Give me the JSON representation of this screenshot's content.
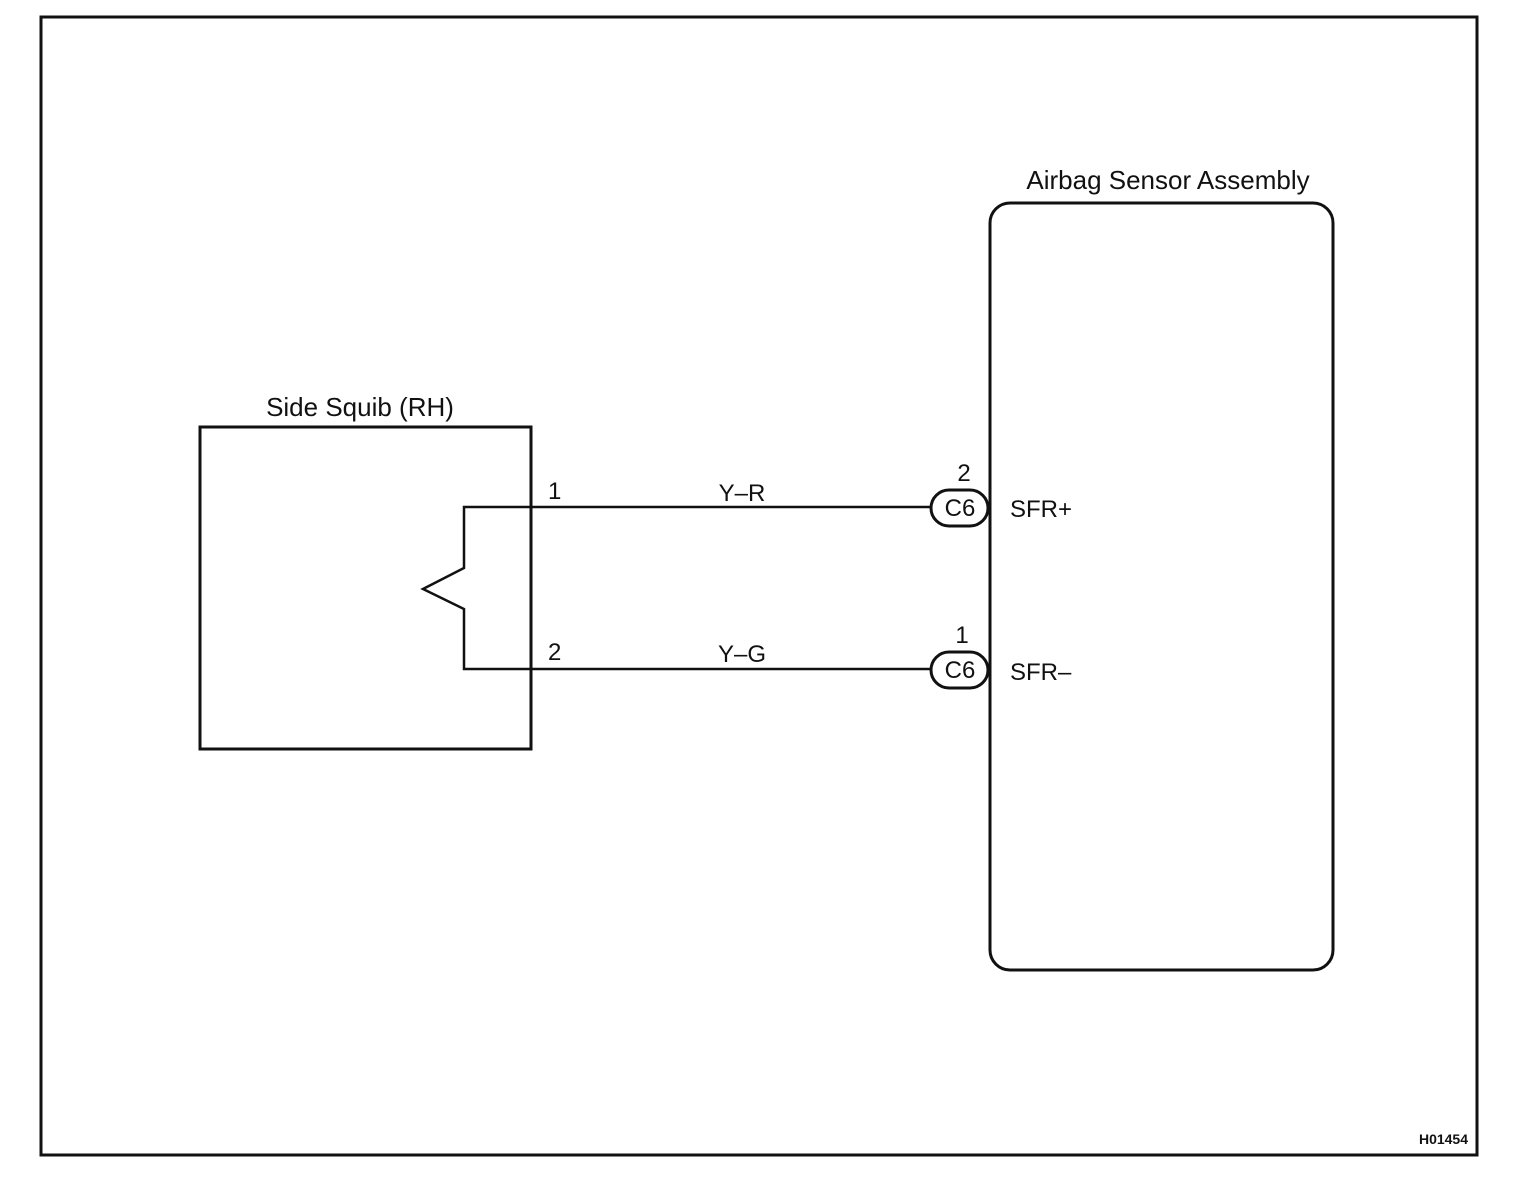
{
  "components": {
    "side_squib": {
      "label": "Side Squib (RH)"
    },
    "airbag_sensor": {
      "label": "Airbag Sensor Assembly"
    }
  },
  "wires": [
    {
      "from_pin": "1",
      "color_code": "Y–R",
      "connector": "C6",
      "to_pin": "2",
      "terminal": "SFR+"
    },
    {
      "from_pin": "2",
      "color_code": "Y–G",
      "connector": "C6",
      "to_pin": "1",
      "terminal": "SFR–"
    }
  ],
  "figure_code": "H01454"
}
